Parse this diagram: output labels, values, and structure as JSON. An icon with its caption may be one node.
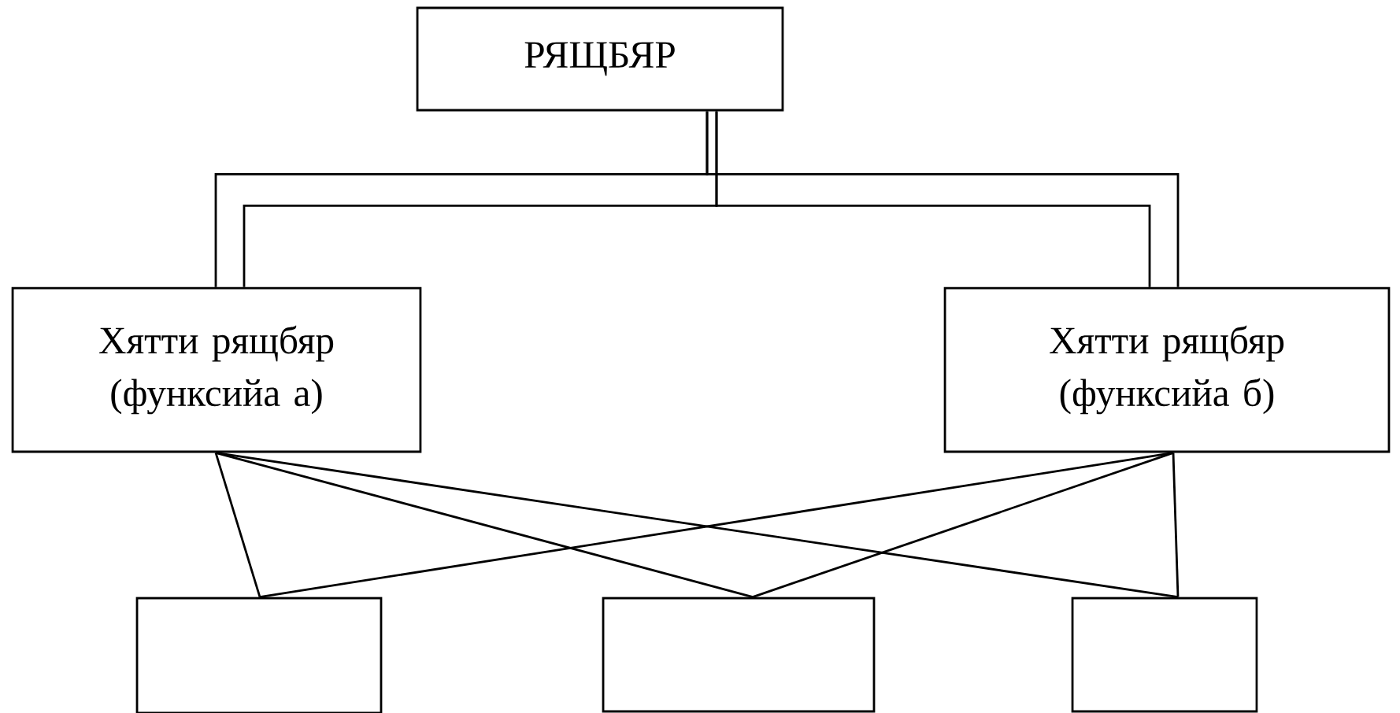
{
  "diagram": {
    "nodes": [
      {
        "text": [
          "РЯЩБЯР"
        ]
      },
      {
        "text": [
          "Хятти рящбяр (функсийа а)"
        ]
      },
      {
        "text": [
          "Хятти рящбяр (функсийа б)"
        ]
      },
      {
        "text": [],
        "shape": "box"
      },
      {
        "text": [],
        "shape": "box"
      },
      {
        "text": [],
        "shape": "box"
      }
    ],
    "edges": [
      {
        "from": 0,
        "to": 1,
        "arrow": "none"
      },
      {
        "from": 0,
        "to": 2,
        "arrow": "none"
      },
      {
        "from": 0,
        "to": 1,
        "arrow": "none"
      },
      {
        "from": 0,
        "to": 2,
        "arrow": "none"
      },
      {
        "from": 1,
        "to": 3,
        "arrow": "none"
      },
      {
        "from": 1,
        "to": 4,
        "arrow": "none"
      },
      {
        "from": 1,
        "to": 5,
        "arrow": "none"
      },
      {
        "from": 2,
        "to": 3,
        "arrow": "none"
      },
      {
        "from": 2,
        "to": 4,
        "arrow": "none"
      },
      {
        "from": 2,
        "to": 5,
        "arrow": "none"
      }
    ]
  }
}
